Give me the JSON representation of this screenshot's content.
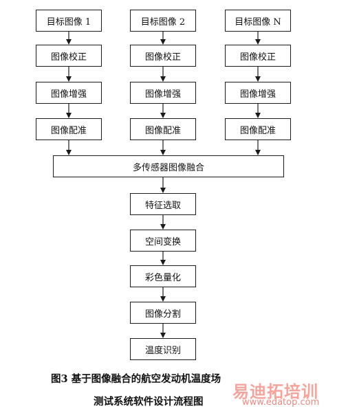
{
  "diagram": {
    "columns": [
      {
        "steps": [
          "目标图像 1",
          "图像校正",
          "图像增强",
          "图像配准"
        ]
      },
      {
        "steps": [
          "目标图像 2",
          "图像校正",
          "图像增强",
          "图像配准"
        ]
      },
      {
        "steps": [
          "目标图像 N",
          "图像校正",
          "图像增强",
          "图像配准"
        ]
      }
    ],
    "fusion": "多传感器图像融合",
    "chain": [
      "特征选取",
      "空间变换",
      "彩色量化",
      "图像分割",
      "温度识别"
    ]
  },
  "caption": {
    "line1": "图3 基于图像融合的航空发动机温度场",
    "line2": "测试系统软件设计流程图"
  },
  "watermark": {
    "brand": "易迪拓培训",
    "url": "www.edatop.com"
  }
}
